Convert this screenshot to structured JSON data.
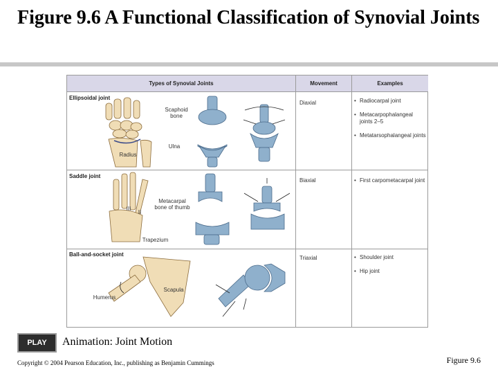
{
  "slide": {
    "title": "Figure 9.6  A Functional Classification of Synovial Joints",
    "play_label": "PLAY",
    "animation_label": "Animation: Joint Motion",
    "copyright": "Copyright © 2004 Pearson Education, Inc., publishing as Benjamin Cummings",
    "figure_number": "Figure 9.6"
  },
  "table": {
    "headers": [
      "Types of Synovial Joints",
      "Movement",
      "Examples"
    ],
    "rows": [
      {
        "name": "Ellipsoidal joint",
        "labels": [
          "Scaphoid bone",
          "Ulna",
          "Radius"
        ],
        "movement": "Diaxial",
        "examples": [
          "Radiocarpal joint",
          "Metacarpophalangeal joints 2–5",
          "Metatarsophalangeal joints"
        ]
      },
      {
        "name": "Saddle joint",
        "labels": [
          "III",
          "II",
          "Metacarpal bone of thumb",
          "Trapezium"
        ],
        "movement": "Biaxial",
        "examples": [
          "First carpometacarpal joint"
        ]
      },
      {
        "name": "Ball-and-socket joint",
        "labels": [
          "Humerus",
          "Scapula"
        ],
        "movement": "Triaxial",
        "examples": [
          "Shoulder joint",
          "Hip joint"
        ]
      }
    ]
  },
  "colors": {
    "header_fill": "#d9d7e8",
    "bone": "#f0ddb6",
    "joint_blue": "#8fb0cc"
  }
}
